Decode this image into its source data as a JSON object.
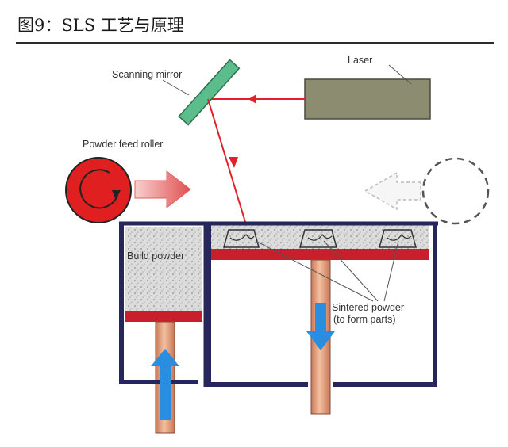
{
  "figure": {
    "title": "图9：SLS 工艺与原理"
  },
  "labels": {
    "laser": "Laser",
    "scanning_mirror": "Scanning mirror",
    "powder_feed_roller": "Powder feed roller",
    "build_powder": "Build powder",
    "sintered_powder_line1": "Sintered powder",
    "sintered_powder_line2": "(to form parts)"
  },
  "colors": {
    "laser_beam": "#e0202a",
    "laser_body": "#8c8c70",
    "mirror": "#5bbd8c",
    "roller": "#e02020",
    "chamber_wall": "#26265c",
    "platform": "#c8202a",
    "piston": "#e0a080",
    "motion_arrow": "#2a8ee0"
  }
}
